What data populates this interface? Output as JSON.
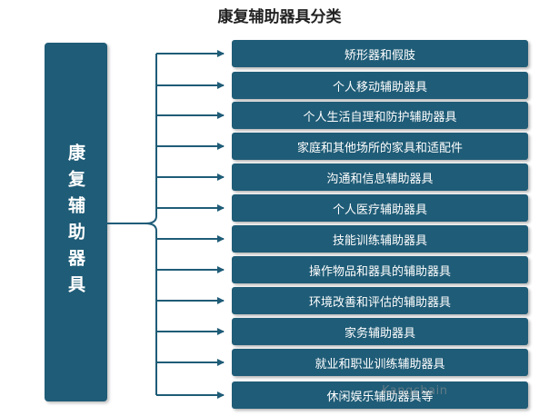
{
  "title": "康复辅助器具分类",
  "root_label": "康复辅助器具",
  "categories": [
    "矫形器和假肢",
    "个人移动辅助器具",
    "个人生活自理和防护辅助器具",
    "家庭和其他场所的家具和适配件",
    "沟通和信息辅助器具",
    "个人医疗辅助器具",
    "技能训练辅助器具",
    "操作物品和器具的辅助器具",
    "环境改善和评估的辅助器具",
    "家务辅助器具",
    "就业和职业训练辅助器具",
    "休闲娱乐辅助器具等"
  ],
  "watermark": "Kangchain",
  "colors": {
    "box": "#1f5c77",
    "arrow": "#1f5c77"
  }
}
